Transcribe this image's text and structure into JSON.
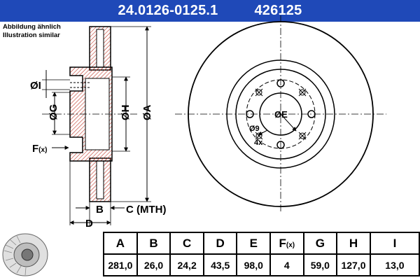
{
  "header": {
    "part_number": "24.0126-0125.1",
    "ref_number": "426125"
  },
  "note": {
    "line1": "Abbildung ähnlich",
    "line2": "Illustration similar"
  },
  "drawing": {
    "labels": {
      "dia_i": "ØI",
      "dia_g": "ØG",
      "dia_h": "ØH",
      "dia_a": "ØA",
      "f_main": "F",
      "f_sub": "(x)",
      "b": "B",
      "c": "C (MTH)",
      "d": "D",
      "dia_e": "ØE",
      "bolt_dia": "Ø9",
      "bolt_count": "4x"
    }
  },
  "table": {
    "columns": [
      {
        "key": "A",
        "value": "281,0"
      },
      {
        "key": "B",
        "value": "26,0"
      },
      {
        "key": "C",
        "value": "24,2"
      },
      {
        "key": "D",
        "value": "43,5"
      },
      {
        "key": "E",
        "value": "98,0"
      },
      {
        "key": "F",
        "sub": "(x)",
        "value": "4"
      },
      {
        "key": "G",
        "value": "59,0"
      },
      {
        "key": "H",
        "value": "127,0"
      },
      {
        "key": "I",
        "value": "13,0"
      }
    ]
  },
  "colors": {
    "header_bg": "#1f49b8",
    "header_text": "#ffffff",
    "hatch": "#c0392b",
    "line": "#000000"
  }
}
